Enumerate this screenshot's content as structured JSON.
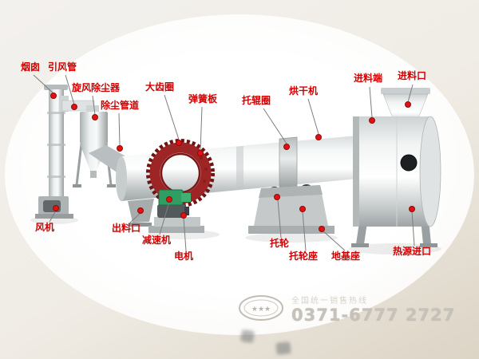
{
  "diagram": {
    "subject": "rotary-dryer-labeled-diagram"
  },
  "labels": {
    "chimney": "烟囱",
    "draft_pipe": "引风管",
    "cyclone_dust_collector": "旋风除尘器",
    "dust_pipe": "除尘管道",
    "big_gear_ring": "大齿圈",
    "spring_plate": "弹簧板",
    "riding_ring": "托辊圈",
    "dryer": "烘干机",
    "feed_end": "进料端",
    "feed_inlet": "进料口",
    "fan": "风机",
    "discharge_outlet": "出料口",
    "reducer": "减速机",
    "motor": "电机",
    "support_roller": "托轮",
    "roller_seat": "托轮座",
    "foundation_base": "地基座",
    "heat_source_inlet": "热源进口"
  },
  "watermark": {
    "slogan": "全国统一销售热线",
    "phone": "0371-6777 2727",
    "logo_stars": "★★★"
  },
  "colors": {
    "label_red": "#d40000",
    "dot_red": "#e01111",
    "gear_red": "#9d2525",
    "reducer_green": "#2f9e62",
    "machine_light": "#f2f4f4",
    "machine_dark": "#9aa0a1",
    "watermark_gray": "#c6c2ba"
  }
}
